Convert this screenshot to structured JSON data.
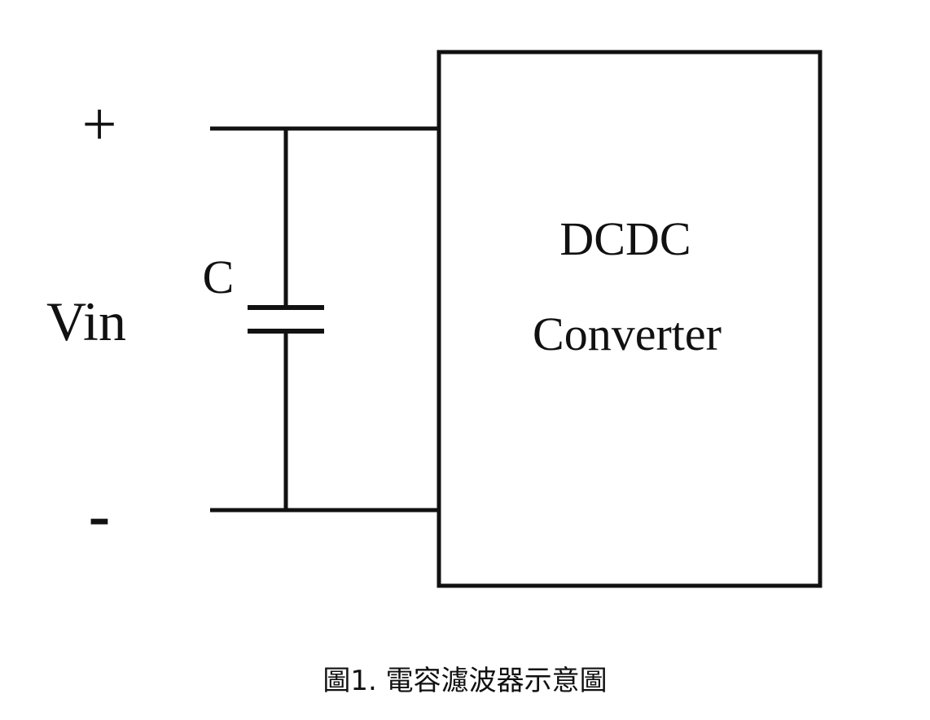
{
  "terminals": {
    "positive": "+",
    "negative": "-",
    "input_label": "Vin"
  },
  "capacitor": {
    "label": "C"
  },
  "converter": {
    "line1": "DCDC",
    "line2": "Converter"
  },
  "caption": "圖1. 電容濾波器示意圖",
  "colors": {
    "stroke": "#111111",
    "background": "#ffffff"
  }
}
